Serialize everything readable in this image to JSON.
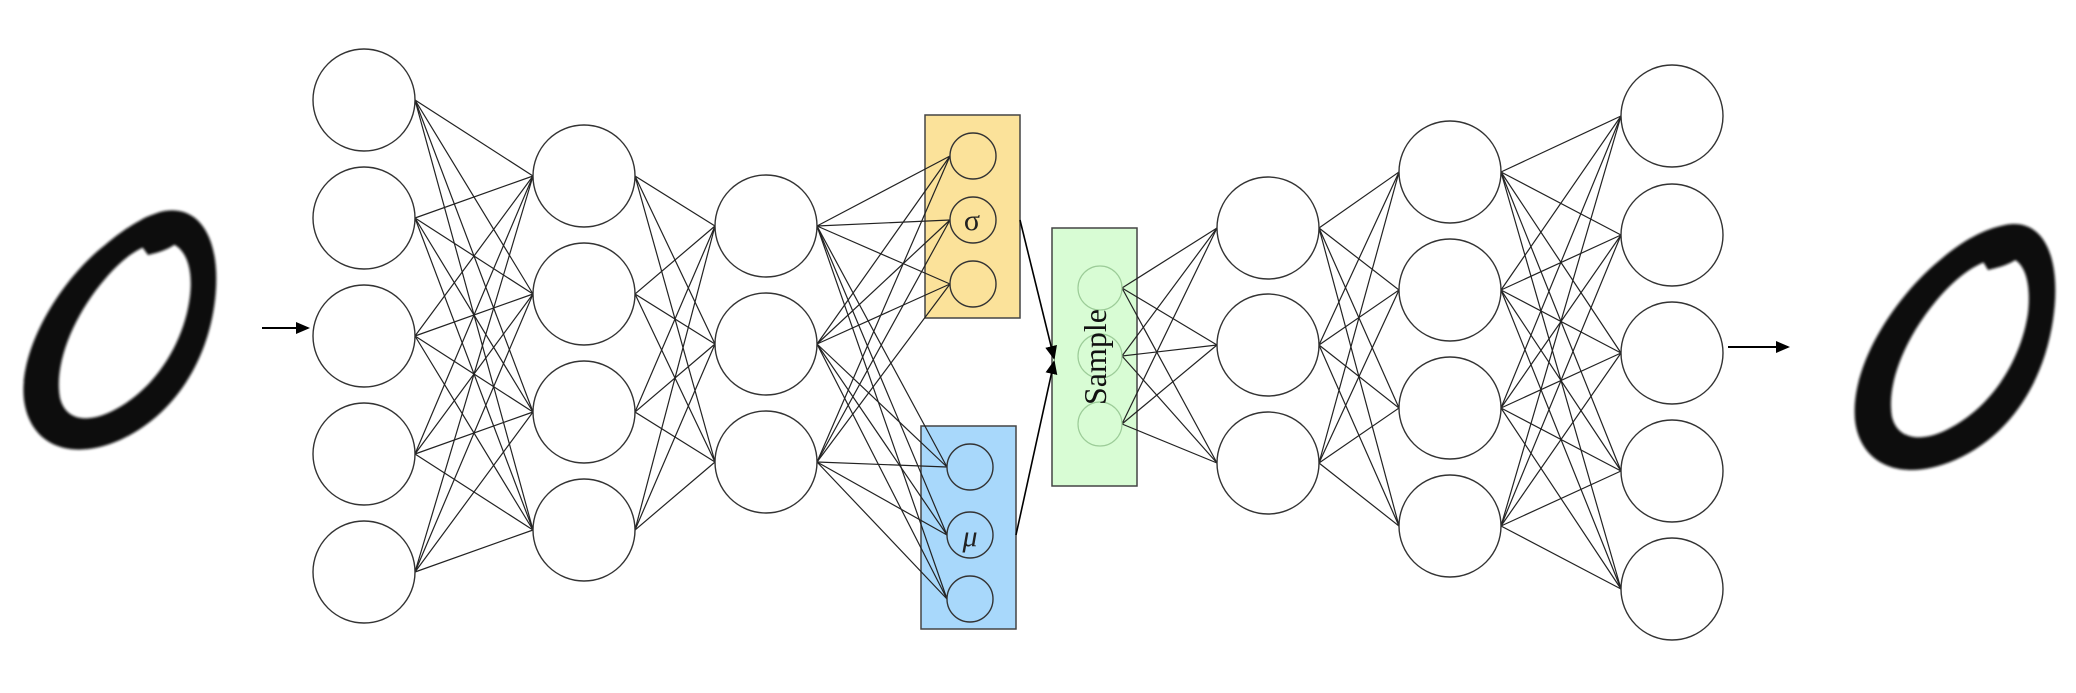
{
  "diagram": {
    "labels": {
      "sigma": "σ",
      "mu": "μ",
      "sample": "Sample"
    },
    "colors": {
      "sigma_box": "#fbe29a",
      "mu_box": "#a8d8fb",
      "sample_box": "#d8fcd4",
      "node_stroke": "#333333",
      "edge": "#222222",
      "digit": "#111111"
    },
    "encoder_layers": [
      5,
      4,
      3
    ],
    "latent_units": {
      "sigma": 3,
      "mu": 3
    },
    "sample_units": 3,
    "decoder_layers": [
      3,
      4,
      5
    ],
    "input_image": "digit-zero",
    "output_image": "digit-zero"
  }
}
